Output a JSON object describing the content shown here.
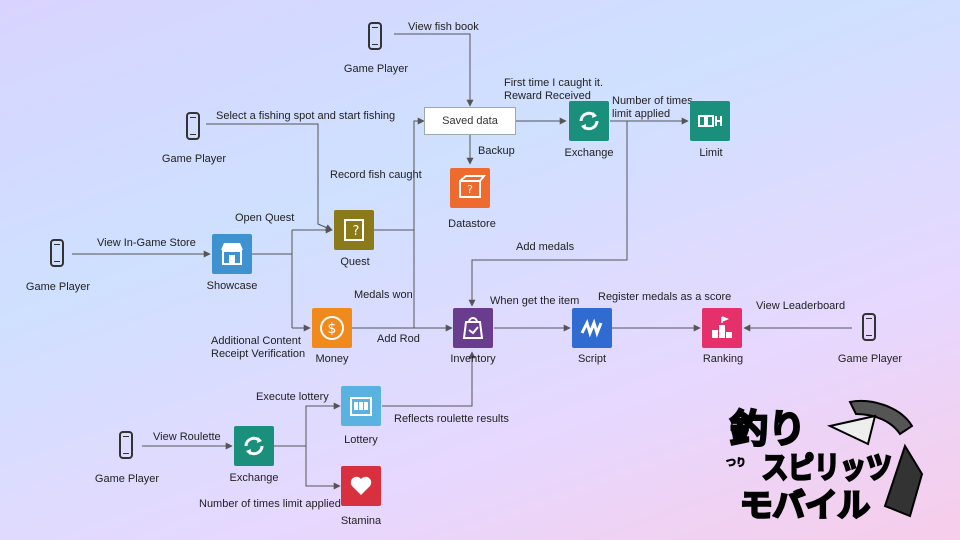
{
  "nodes": {
    "player_top": "Game Player",
    "player_fishing": "Game Player",
    "player_store": "Game Player",
    "player_roulette": "Game Player",
    "player_leaderboard": "Game Player",
    "saved_data": "Saved data",
    "datastore": "Datastore",
    "exchange_top": "Exchange",
    "limit": "Limit",
    "quest": "Quest",
    "showcase": "Showcase",
    "money": "Money",
    "inventory": "Inventory",
    "script": "Script",
    "ranking": "Ranking",
    "lottery": "Lottery",
    "exchange_bottom": "Exchange",
    "stamina": "Stamina"
  },
  "edges": {
    "view_fish_book": "View fish book",
    "select_spot": "Select a fishing spot and start fishing",
    "first_time_1": "First time I caught it.",
    "first_time_2": "Reward Received",
    "times_limit_1": "Number of times",
    "times_limit_2": "limit applied",
    "backup": "Backup",
    "record_fish": "Record fish caught",
    "open_quest": "Open Quest",
    "view_store": "View In-Game Store",
    "add_medals": "Add medals",
    "medals_won": "Medals won",
    "when_get_item": "When get the item",
    "register_medals": "Register medals as a score",
    "view_leaderboard": "View Leaderboard",
    "receipt_1": "Additional Content",
    "receipt_2": "Receipt Verification",
    "add_rod": "Add Rod",
    "execute_lottery": "Execute lottery",
    "reflects_roulette": "Reflects roulette results",
    "view_roulette": "View Roulette",
    "times_limit_bottom": "Number of times limit applied"
  },
  "logo": {
    "line1": "釣り",
    "line2": "スピリッツ",
    "line3": "モバイル",
    "furigana": "つり"
  },
  "colors": {
    "orange": "#ef6a2e",
    "teal": "#1a8f7c",
    "quest": "#8a7a1a",
    "showcase": "#3e92cf",
    "money": "#f08a1c",
    "inventory": "#6a3c8e",
    "script": "#2f6bd0",
    "ranking": "#e6306b",
    "lottery": "#5ab2e0",
    "stamina": "#d9303f"
  }
}
